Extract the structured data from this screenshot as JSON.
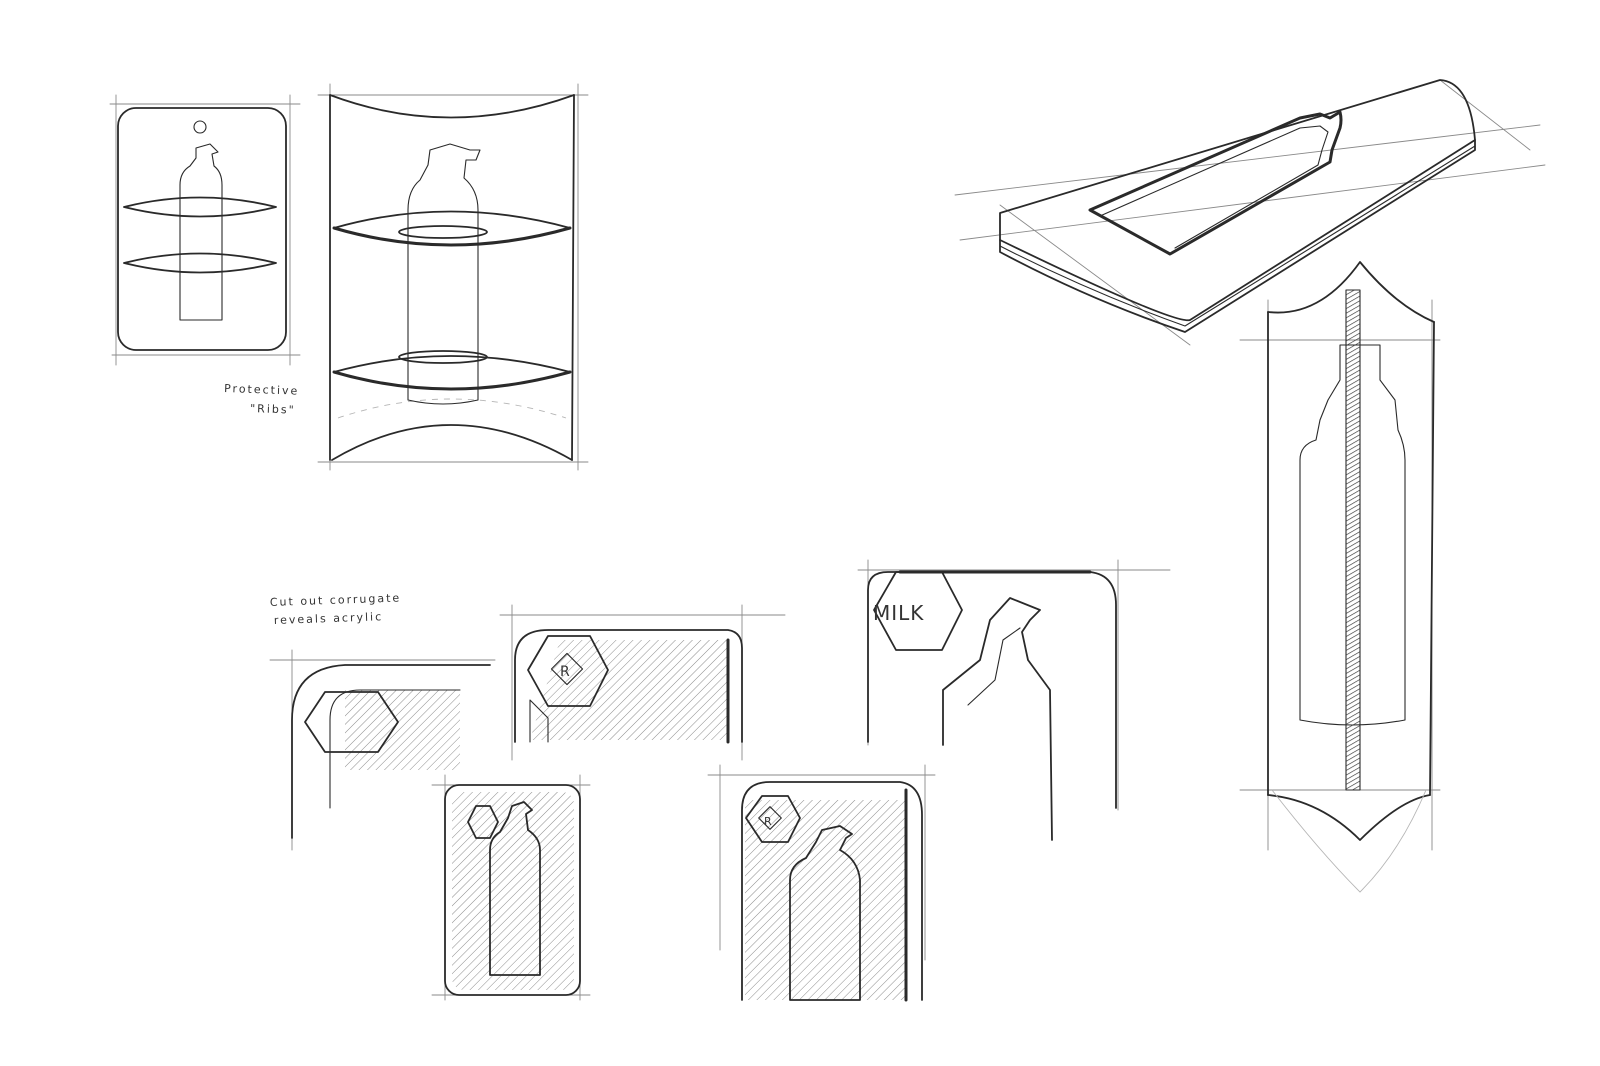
{
  "sketch_notes": {
    "ribs_note": {
      "line1": "Protective",
      "line2": "\"Ribs\""
    },
    "cutout_note": {
      "line1": "Cut out corrugate",
      "line2": "reveals acrylic"
    },
    "milk_label": "MILK",
    "brand_mark": "R"
  }
}
